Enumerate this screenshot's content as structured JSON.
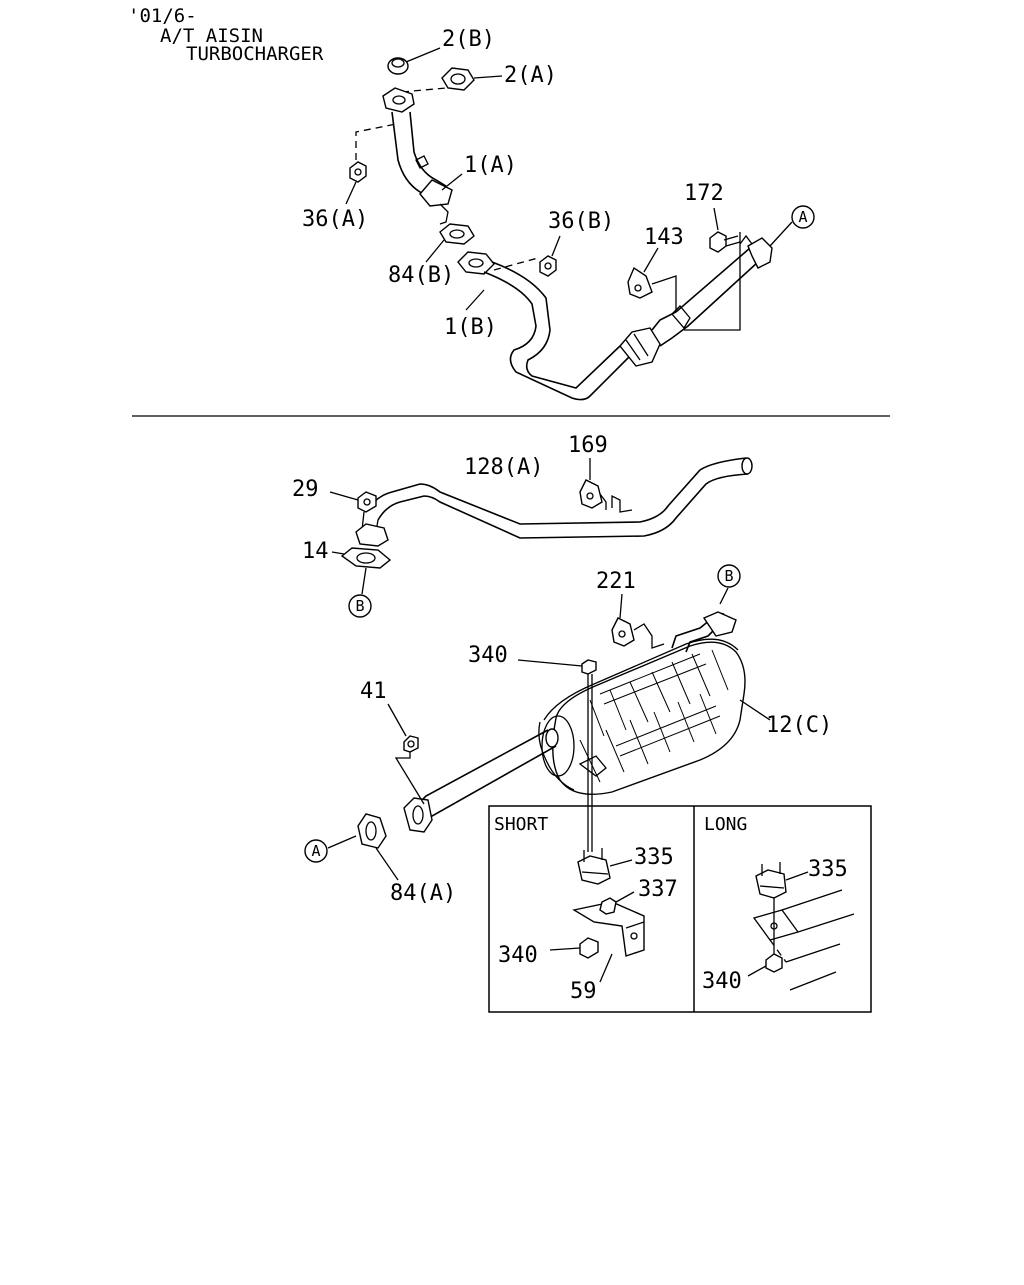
{
  "header": {
    "line1": "'01/6-",
    "line2": "A/T AISIN",
    "line3": "TURBOCHARGER"
  },
  "callouts": {
    "p2b": "2(B)",
    "p2a": "2(A)",
    "p1a": "1(A)",
    "p36a": "36(A)",
    "p36b": "36(B)",
    "p172": "172",
    "p143": "143",
    "p84b": "84(B)",
    "p1b": "1(B)",
    "p169": "169",
    "p128a": "128(A)",
    "p29": "29",
    "p14": "14",
    "p221": "221",
    "p340_top": "340",
    "p12c": "12(C)",
    "p41": "41",
    "p84a": "84(A)",
    "short_335": "335",
    "short_337": "337",
    "short_340": "340",
    "short_59": "59",
    "long_335": "335",
    "long_340": "340"
  },
  "markers": {
    "a_top": "A",
    "b_left": "B",
    "b_right": "B",
    "a_bottom": "A"
  },
  "inset": {
    "short_title": "SHORT",
    "long_title": "LONG"
  },
  "colors": {
    "line": "#000000",
    "background": "#ffffff"
  }
}
